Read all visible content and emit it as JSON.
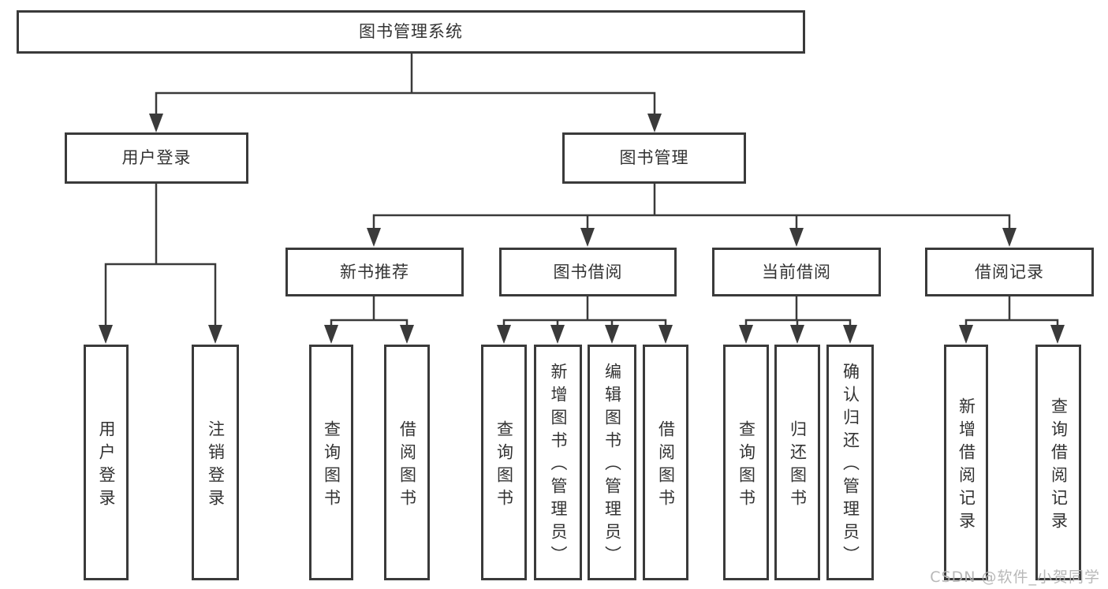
{
  "diagram": {
    "root": {
      "label": "图书管理系统"
    },
    "branches": [
      {
        "label": "用户登录",
        "children": [
          {
            "label": "用户登录"
          },
          {
            "label": "注销登录"
          }
        ]
      },
      {
        "label": "图书管理",
        "sections": [
          {
            "label": "新书推荐",
            "children": [
              {
                "label": "查询图书"
              },
              {
                "label": "借阅图书"
              }
            ]
          },
          {
            "label": "图书借阅",
            "children": [
              {
                "label": "查询图书"
              },
              {
                "label": "新增图书（管理员）"
              },
              {
                "label": "编辑图书（管理员）"
              },
              {
                "label": "借阅图书"
              }
            ]
          },
          {
            "label": "当前借阅",
            "children": [
              {
                "label": "查询图书"
              },
              {
                "label": "归还图书"
              },
              {
                "label": "确认归还（管理员）"
              }
            ]
          },
          {
            "label": "借阅记录",
            "children": [
              {
                "label": "新增借阅记录"
              },
              {
                "label": "查询借阅记录"
              }
            ]
          }
        ]
      }
    ],
    "watermark": "CSDN @软件_小贺同学",
    "colors": {
      "line": "#3a3a3a",
      "text": "#333333",
      "background": "#ffffff",
      "watermark": "#b2b2b2"
    }
  }
}
